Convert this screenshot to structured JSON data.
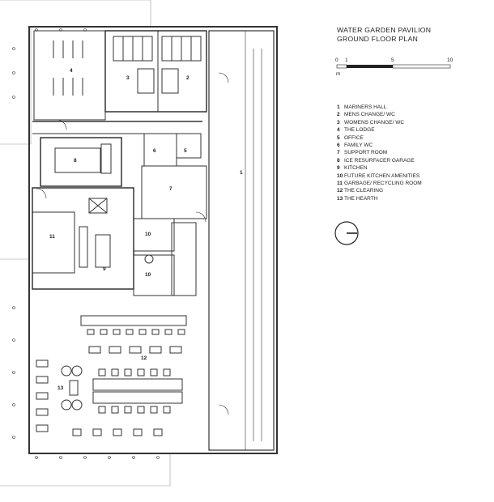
{
  "title": {
    "line1": "WATER GARDEN PAVILION",
    "line2": "GROUND FLOOR PLAN"
  },
  "scale": {
    "ticks": [
      "0",
      "1",
      "5",
      "10"
    ],
    "unit": "m"
  },
  "legend": [
    {
      "num": "1",
      "label": "MARINERS HALL"
    },
    {
      "num": "2",
      "label": "MENS CHANGE/ WC"
    },
    {
      "num": "3",
      "label": "WOMENS CHANGE/ WC"
    },
    {
      "num": "4",
      "label": "THE LODGE"
    },
    {
      "num": "5",
      "label": "OFFICE"
    },
    {
      "num": "6",
      "label": "FAMILY WC"
    },
    {
      "num": "7",
      "label": "SUPPORT ROOM"
    },
    {
      "num": "8",
      "label": "ICE RESURFACER GARAGE"
    },
    {
      "num": "9",
      "label": "KITCHEN"
    },
    {
      "num": "10",
      "label": "FUTURE KITCHEN AMENITIES"
    },
    {
      "num": "11",
      "label": "GARBAGE/ RECYCLING ROOM"
    },
    {
      "num": "12",
      "label": "THE CLEARING"
    },
    {
      "num": "13",
      "label": "THE HEARTH"
    }
  ],
  "room_labels": {
    "r1": "1",
    "r2": "2",
    "r3": "3",
    "r4": "4",
    "r5": "5",
    "r6": "6",
    "r7": "7",
    "r8": "8",
    "r9": "9",
    "r10a": "10",
    "r10b": "10",
    "r11": "11",
    "r12": "12",
    "r13": "13"
  },
  "north_arrow_icon": "north-arrow-icon"
}
